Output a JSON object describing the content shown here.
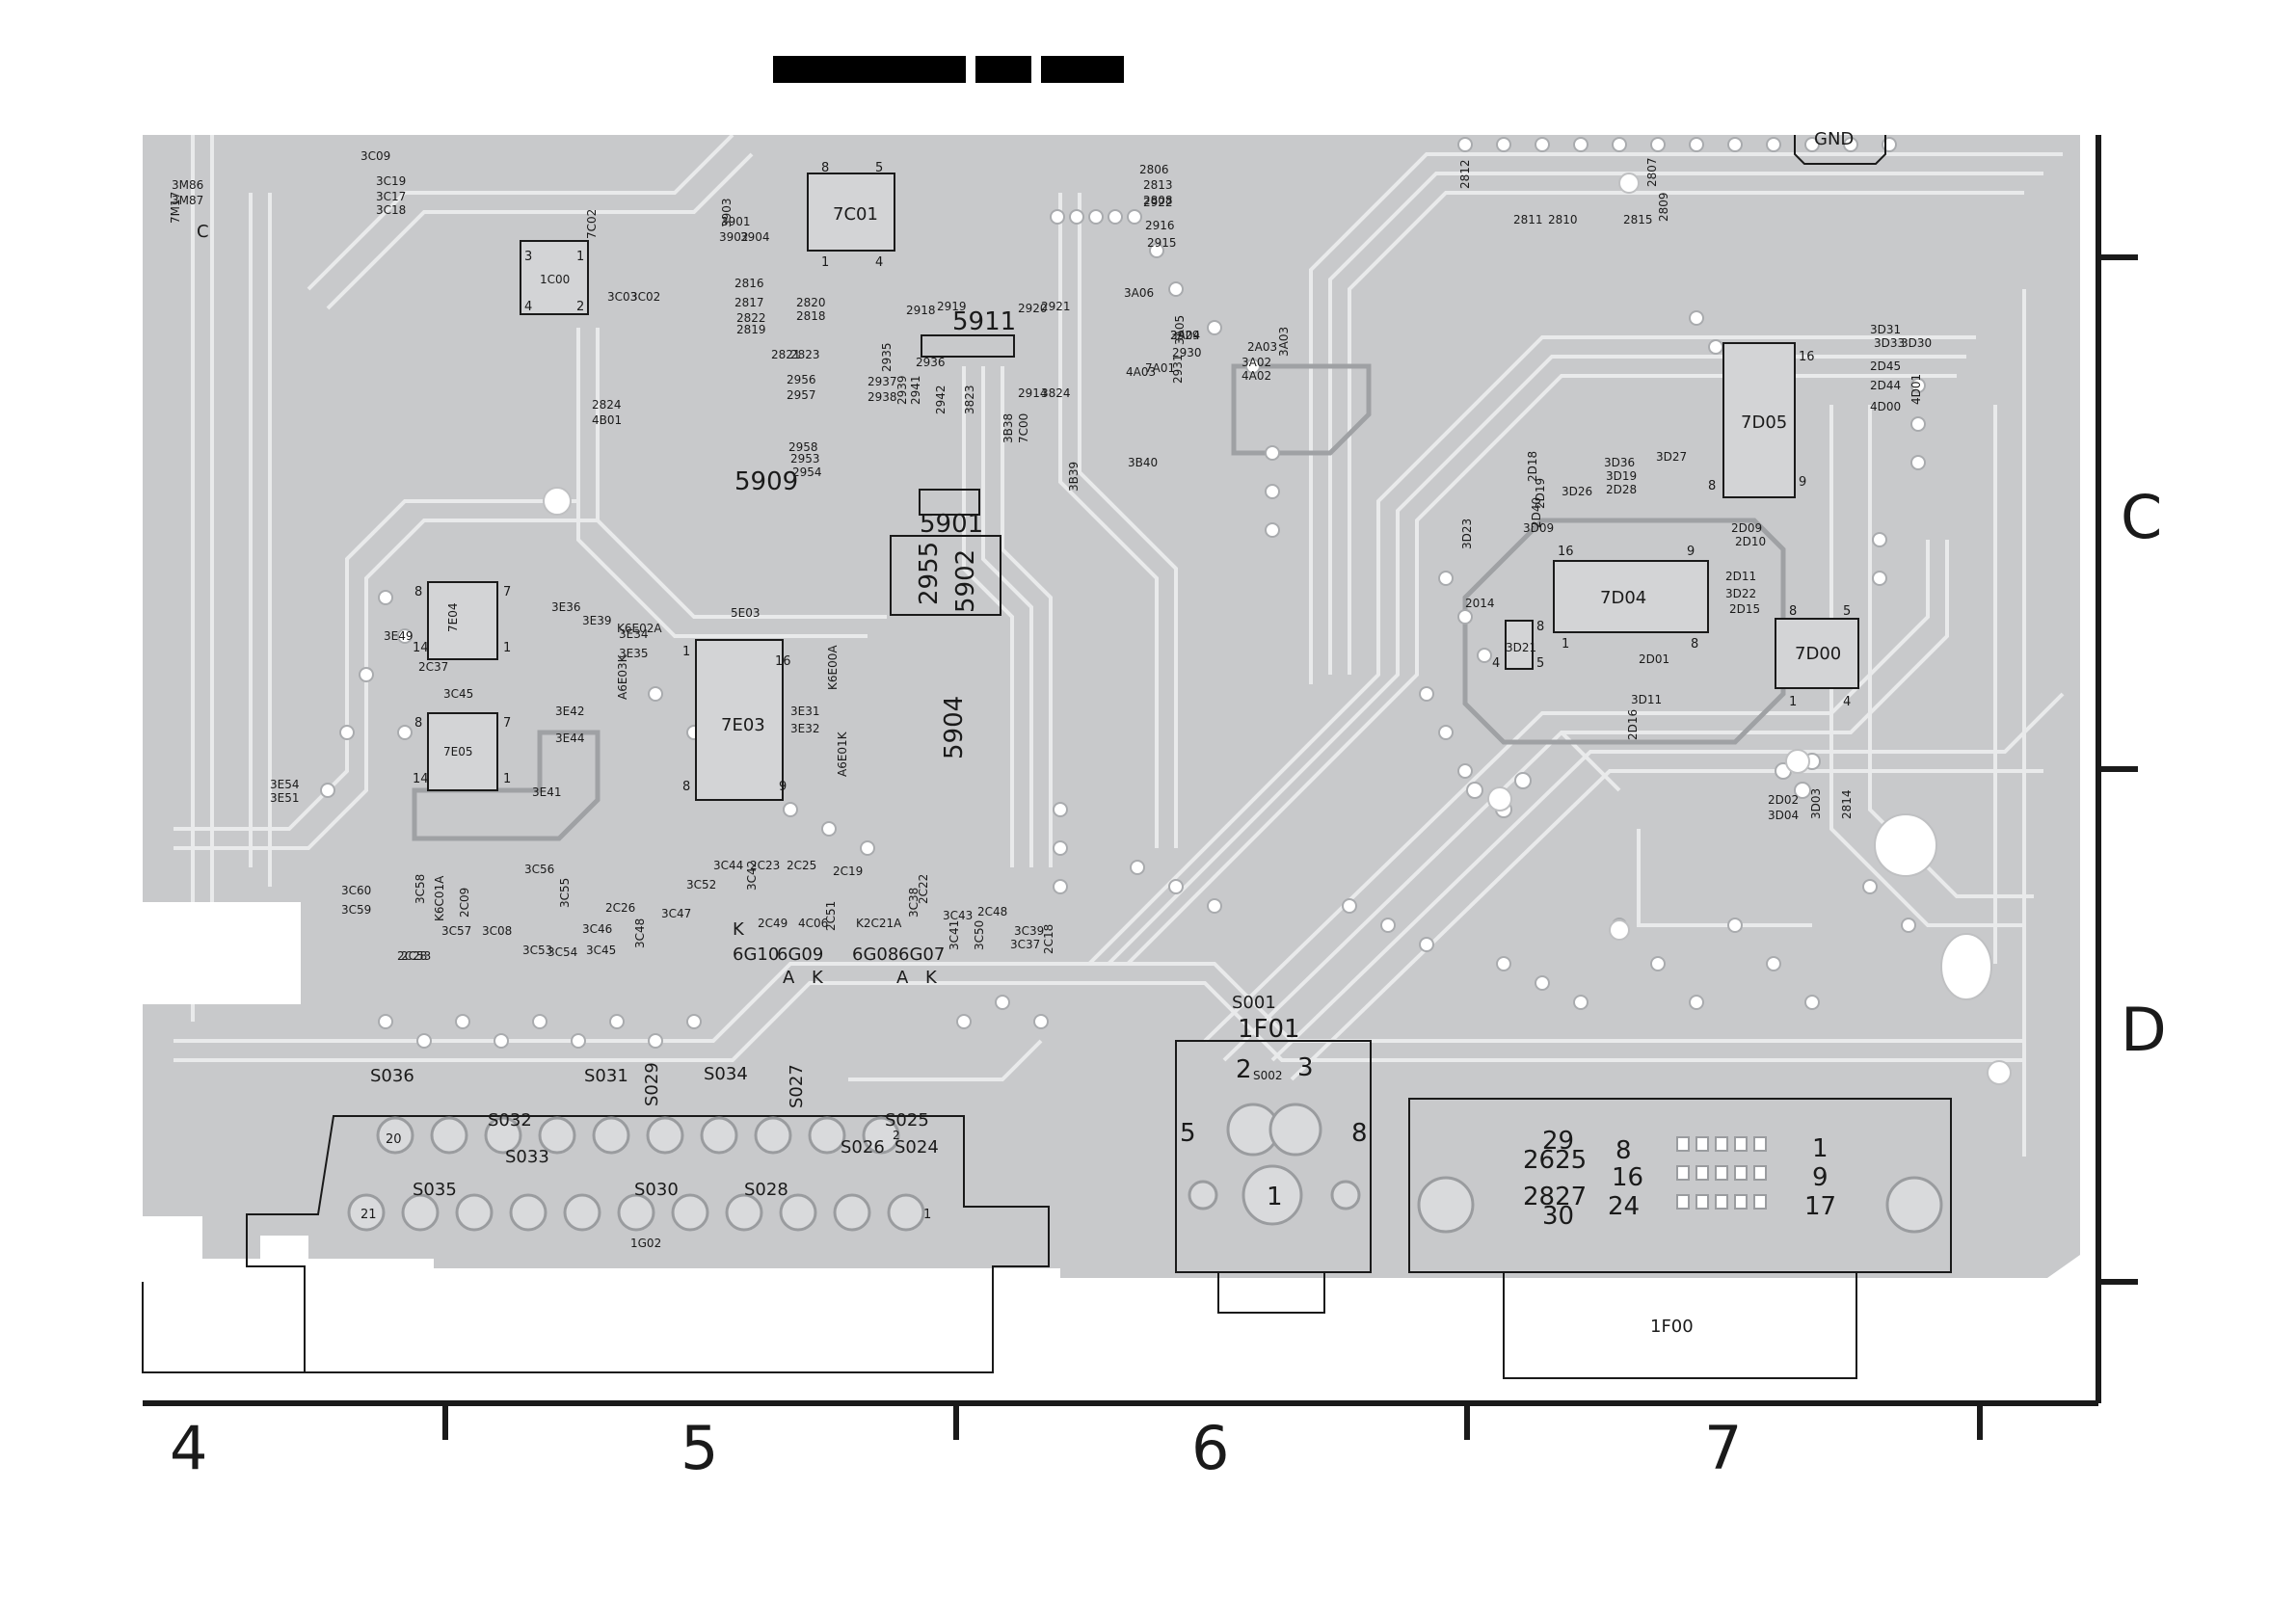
{
  "columns": [
    "4",
    "5",
    "6",
    "7"
  ],
  "rows": [
    "C",
    "D"
  ],
  "connectors": {
    "1F01": {
      "label": "1F01",
      "pins": [
        "2",
        "3",
        "5",
        "8",
        "1"
      ],
      "sub": "S002",
      "top": "S001"
    },
    "1F00": {
      "label": "1F00",
      "pins": [
        "29",
        "2625",
        "2827",
        "30",
        "8",
        "16",
        "24",
        "1",
        "9",
        "17"
      ]
    },
    "1G02": {
      "label": "1G02",
      "pins": [
        "20",
        "21",
        "1"
      ]
    },
    "GND": "GND"
  },
  "chips": [
    {
      "ref": "7C01",
      "pins": [
        "8",
        "5",
        "1",
        "4"
      ]
    },
    {
      "ref": "1C00",
      "pins": [
        "3",
        "1",
        "4",
        "2"
      ]
    },
    {
      "ref": "7E04",
      "pins": [
        "8",
        "7",
        "14",
        "1"
      ]
    },
    {
      "ref": "7E05",
      "pins": [
        "8",
        "7",
        "14",
        "1"
      ]
    },
    {
      "ref": "7E03",
      "pins": [
        "8",
        "9",
        "16",
        "1"
      ]
    },
    {
      "ref": "7D05",
      "pins": [
        "16",
        "8",
        "9"
      ]
    },
    {
      "ref": "7D04",
      "pins": [
        "16",
        "9",
        "1",
        "8"
      ]
    },
    {
      "ref": "7D00",
      "pins": [
        "8",
        "5",
        "1",
        "4"
      ]
    },
    {
      "ref": "3D21",
      "pins": [
        "4",
        "5",
        "8"
      ]
    }
  ],
  "labels": {
    "s_refs": [
      "S036",
      "S031",
      "S029",
      "S034",
      "S027",
      "S032",
      "S025",
      "S033",
      "S026",
      "S024",
      "S035",
      "S030",
      "S028"
    ],
    "big_refs": [
      "5911",
      "5901",
      "2955",
      "5902",
      "5904",
      "5909",
      "6G10",
      "6G09",
      "6G08",
      "6G07"
    ],
    "small_refs": [
      "3C09",
      "3C19",
      "3C17",
      "3C18",
      "7M17",
      "3M86",
      "3M87",
      "3901",
      "3902",
      "3904",
      "3903",
      "7C02",
      "3C03",
      "3C02",
      "2918",
      "2919",
      "2920",
      "2921",
      "2956",
      "2957",
      "2958",
      "2953",
      "2954",
      "3E49",
      "3E36",
      "3E39",
      "5E03",
      "3E34",
      "3E35",
      "3E31",
      "3E32",
      "3E42",
      "3E44",
      "3E41",
      "3E54",
      "3E51",
      "2C37",
      "3C45",
      "K6E02A",
      "K6E00A",
      "A6E03K",
      "A6E01K",
      "3C44",
      "2C23",
      "2C25",
      "2C19",
      "2C26",
      "3C47",
      "3C42",
      "2C49",
      "4C06",
      "2C51",
      "K2C21A",
      "2C22",
      "3C38",
      "3C43",
      "2C48",
      "3C41",
      "3C50",
      "3C39",
      "3C37",
      "2C18",
      "2C28",
      "2C53",
      "3C57",
      "3C58",
      "K6C01A",
      "3C08",
      "2C09",
      "3C53",
      "3C54",
      "3C45",
      "3C46",
      "3C48",
      "3C60",
      "3C59",
      "3C56",
      "3C52",
      "3C55",
      "2D45",
      "2D44",
      "4D00",
      "4D01",
      "3D33",
      "3D30",
      "3D31",
      "3D36",
      "3D19",
      "3D26",
      "2D28",
      "3D27",
      "3D23",
      "2014",
      "3D09",
      "2D40",
      "2D19",
      "2D18",
      "2D09",
      "2D10",
      "2D11",
      "3D22",
      "2D15",
      "3D11",
      "2D16",
      "2D01",
      "2D02",
      "3D04",
      "3D03",
      "2814",
      "2811",
      "2810",
      "2815",
      "2812",
      "2809",
      "2807",
      "2806",
      "2813",
      "2808",
      "2916",
      "2915",
      "2922",
      "7A01",
      "4A03",
      "3A06",
      "3A04",
      "3A05",
      "2A03",
      "3A02",
      "4A02",
      "3A03",
      "2930",
      "2929",
      "2931",
      "2935",
      "2936",
      "2937",
      "2938",
      "2939",
      "2941",
      "2942",
      "3823",
      "2914",
      "3824",
      "2816",
      "2817",
      "2822",
      "2819",
      "2820",
      "2818",
      "2821",
      "2823",
      "2824",
      "4B01",
      "3B39",
      "3B40",
      "3B38",
      "7C00"
    ]
  },
  "misc": {
    "k_a_marks": [
      "K",
      "A",
      "K",
      "A",
      "K"
    ],
    "s002": "S002",
    "s001": "S001",
    "C": "C",
    "pin2": "2",
    "num2": "2"
  },
  "title_bars": 3
}
